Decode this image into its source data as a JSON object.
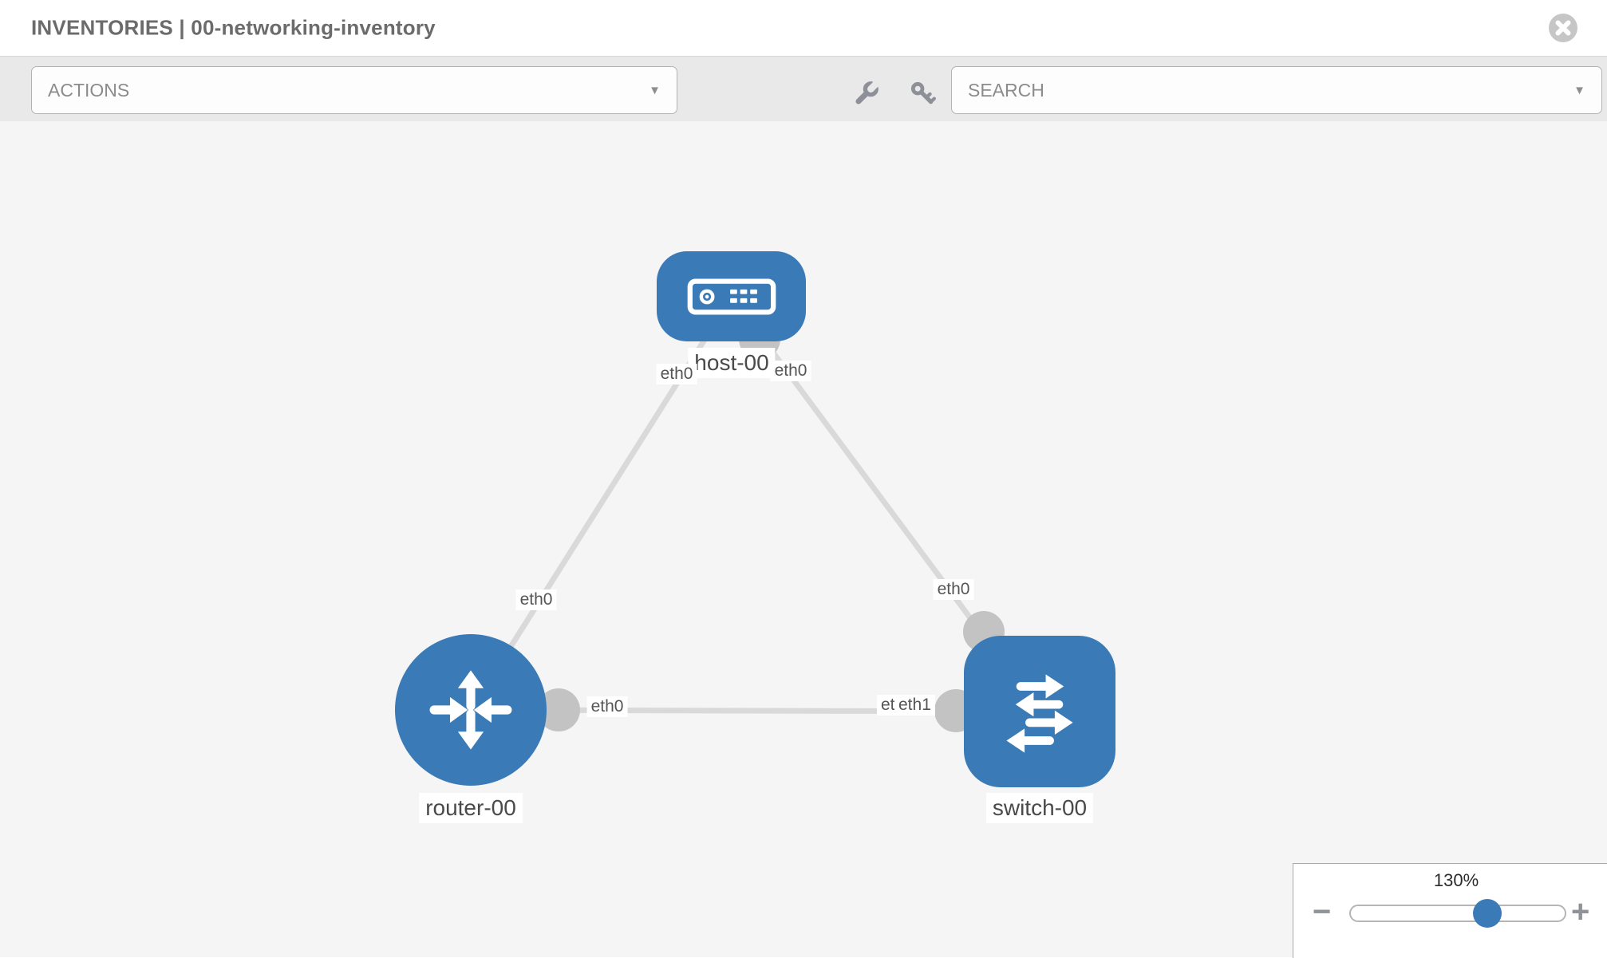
{
  "header": {
    "title": "INVENTORIES | 00-networking-inventory"
  },
  "toolbar": {
    "actions_label": "ACTIONS",
    "search_label": "SEARCH",
    "caret_glyph": "▼",
    "icon_names": [
      "wrench-icon",
      "key-icon"
    ]
  },
  "topology": {
    "nodes": [
      {
        "label": "host-00",
        "type": "host"
      },
      {
        "label": "router-00",
        "type": "router"
      },
      {
        "label": "switch-00",
        "type": "switch"
      }
    ],
    "links": [
      {
        "source": "host-00",
        "target": "router-00",
        "source_interface": "eth0",
        "target_interface": "eth0"
      },
      {
        "source": "host-00",
        "target": "switch-00",
        "source_interface": "eth0",
        "target_interface": "eth0"
      },
      {
        "source": "router-00",
        "target": "switch-00",
        "source_interface": "eth0",
        "target_interface": "eth1"
      }
    ],
    "overlapped_interface_label": "eth0"
  },
  "zoom": {
    "level": "130%",
    "minus_glyph": "−",
    "plus_glyph": "+"
  },
  "colors": {
    "node_blue": "#3a7ab7",
    "link_gray": "#d9d9d9",
    "connector_gray": "#c3c3c3",
    "canvas_bg": "#f5f5f5",
    "toolbar_bg": "#e9e9e9"
  }
}
